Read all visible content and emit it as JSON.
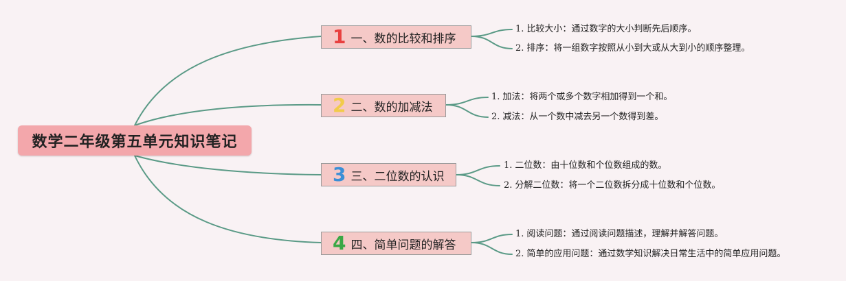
{
  "root": {
    "title": "数学二年级第五单元知识笔记"
  },
  "branches": [
    {
      "number": "1",
      "number_color": "#e8403f",
      "title": "一、数的比较和排序",
      "items": [
        {
          "index": "1.",
          "text": "比较大小：通过数字的大小判断先后顺序。"
        },
        {
          "index": "2.",
          "text": "排序：将一组数字按照从小到大或从大到小的顺序整理。"
        }
      ]
    },
    {
      "number": "2",
      "number_color": "#f2cb4a",
      "title": "二、数的加减法",
      "items": [
        {
          "index": "1.",
          "text": "加法：将两个或多个数字相加得到一个和。"
        },
        {
          "index": "2.",
          "text": "减法：从一个数中减去另一个数得到差。"
        }
      ]
    },
    {
      "number": "3",
      "number_color": "#3b8fd6",
      "title": "三、二位数的认识",
      "items": [
        {
          "index": "1.",
          "text": "二位数：由十位数和个位数组成的数。"
        },
        {
          "index": "2.",
          "text": "分解二位数：将一个二位数拆分成十位数和个位数。"
        }
      ]
    },
    {
      "number": "4",
      "number_color": "#3aa846",
      "title": "四、简单问题的解答",
      "items": [
        {
          "index": "1.",
          "text": "阅读问题：通过阅读问题描述，理解并解答问题。"
        },
        {
          "index": "2.",
          "text": "简单的应用问题：通过数学知识解决日常生活中的简单应用问题。"
        }
      ]
    }
  ],
  "colors": {
    "connector": "#5a9a86",
    "root_fill": "#f3a7ab",
    "branch_fill": "#f5c9c7",
    "background": "#f9f2f4"
  }
}
